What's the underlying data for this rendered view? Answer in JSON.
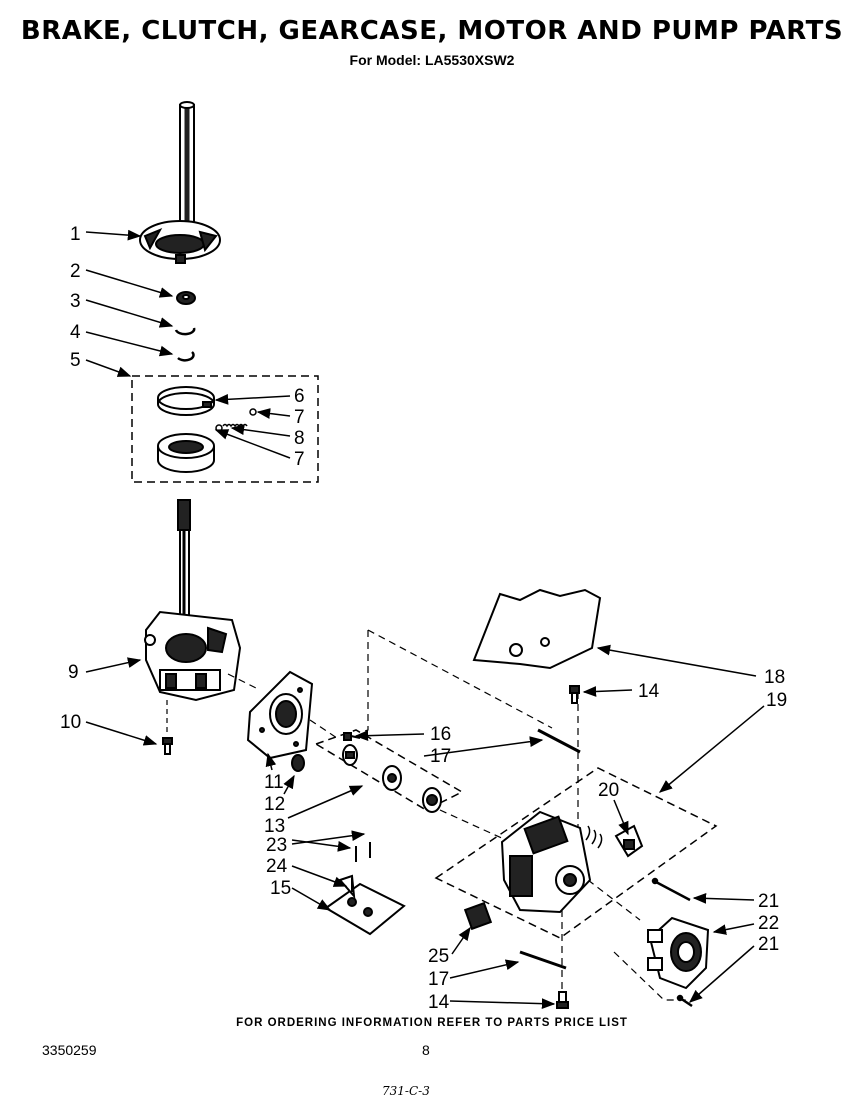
{
  "header": {
    "title": "BRAKE, CLUTCH, GEARCASE, MOTOR AND PUMP PARTS",
    "model_line": "For Model: LA5530XSW2"
  },
  "callouts": {
    "c1": "1",
    "c2": "2",
    "c3": "3",
    "c4": "4",
    "c5": "5",
    "c6": "6",
    "c7a": "7",
    "c8": "8",
    "c7b": "7",
    "c9": "9",
    "c10": "10",
    "c11": "11",
    "c12": "12",
    "c13": "13",
    "c23": "23",
    "c24": "24",
    "c15": "15",
    "c14a": "14",
    "c16": "16",
    "c17a": "17",
    "c18": "18",
    "c19": "19",
    "c20": "20",
    "c21a": "21",
    "c22": "22",
    "c21b": "21",
    "c25": "25",
    "c17b": "17",
    "c14b": "14"
  },
  "footer": {
    "ordering_note": "FOR ORDERING INFORMATION REFER TO PARTS PRICE LIST",
    "doc_number": "3350259",
    "page_number": "8",
    "handwritten_code": "731-C-3"
  }
}
